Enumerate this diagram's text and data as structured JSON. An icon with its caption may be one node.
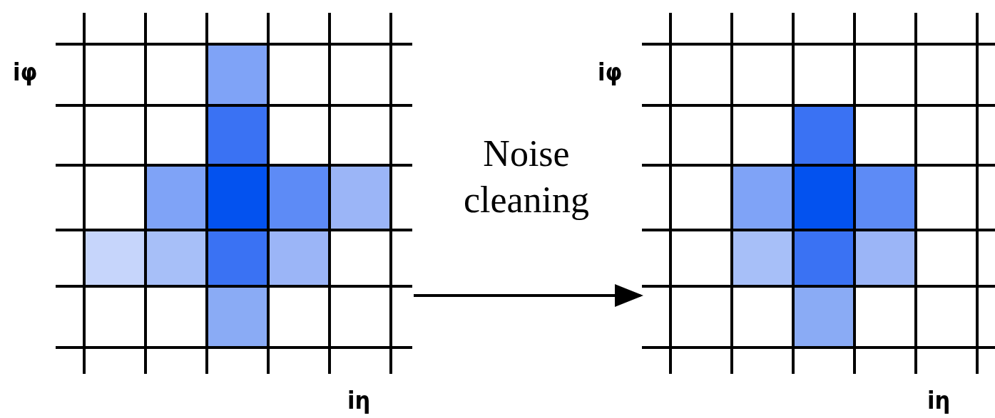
{
  "diagram": {
    "nodes": [
      {
        "text": [],
        "shape": "grid"
      },
      {
        "text": [],
        "shape": "grid"
      }
    ],
    "edges": [
      {
        "from": 0,
        "to": 1,
        "arrow": "to",
        "label": "Noise cleaning"
      }
    ],
    "labels": [
      "iφ",
      "iφ",
      "iη",
      "iη"
    ]
  }
}
